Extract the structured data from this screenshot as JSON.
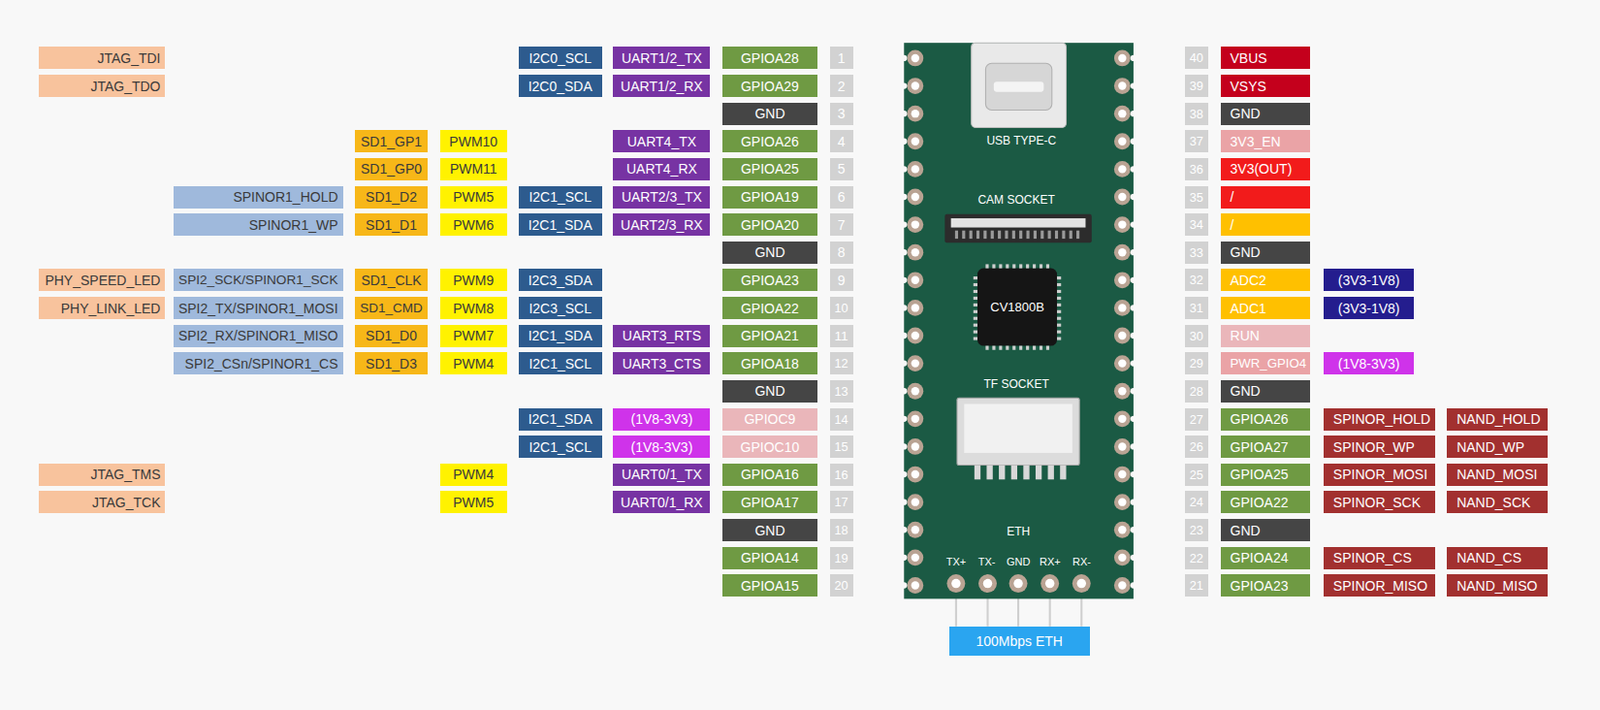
{
  "diagram": {
    "nodes": [
      {
        "text": [
          "JTAG_TDI"
        ]
      },
      {
        "text": [
          "I2C0_SCL"
        ]
      },
      {
        "text": [
          "UART1/2_TX"
        ]
      },
      {
        "text": [
          "GPIOA28"
        ]
      },
      {
        "text": [
          "1"
        ]
      },
      {
        "text": [
          "40"
        ]
      },
      {
        "text": [
          "VBUS"
        ]
      },
      {
        "text": [
          "JTAG_TDO"
        ]
      },
      {
        "text": [
          "I2C0_SDA"
        ]
      },
      {
        "text": [
          "UART1/2_RX"
        ]
      },
      {
        "text": [
          "GPIOA29"
        ]
      },
      {
        "text": [
          "2"
        ]
      },
      {
        "text": [
          "39"
        ]
      },
      {
        "text": [
          "VSYS"
        ]
      },
      {
        "text": [
          "GND"
        ]
      },
      {
        "text": [
          "3"
        ]
      },
      {
        "text": [
          "38"
        ]
      },
      {
        "text": [
          "GND"
        ]
      },
      {
        "text": [
          "SD1_GP1"
        ]
      },
      {
        "text": [
          "PWM10"
        ]
      },
      {
        "text": [
          "UART4_TX"
        ]
      },
      {
        "text": [
          "GPIOA26"
        ]
      },
      {
        "text": [
          "4"
        ]
      },
      {
        "text": [
          "37"
        ]
      },
      {
        "text": [
          "3V3_EN"
        ]
      },
      {
        "text": [
          "SD1_GP0"
        ]
      },
      {
        "text": [
          "PWM11"
        ]
      },
      {
        "text": [
          "UART4_RX"
        ]
      },
      {
        "text": [
          "GPIOA25"
        ]
      },
      {
        "text": [
          "5"
        ]
      },
      {
        "text": [
          "36"
        ]
      },
      {
        "text": [
          "3V3(OUT)"
        ]
      },
      {
        "text": [
          "SPINOR1_HOLD"
        ]
      },
      {
        "text": [
          "SD1_D2"
        ]
      },
      {
        "text": [
          "PWM5"
        ]
      },
      {
        "text": [
          "I2C1_SCL"
        ]
      },
      {
        "text": [
          "UART2/3_TX"
        ]
      },
      {
        "text": [
          "GPIOA19"
        ]
      },
      {
        "text": [
          "6"
        ]
      },
      {
        "text": [
          "35"
        ]
      },
      {
        "text": [
          "/"
        ]
      },
      {
        "text": [
          "SPINOR1_WP"
        ]
      },
      {
        "text": [
          "SD1_D1"
        ]
      },
      {
        "text": [
          "PWM6"
        ]
      },
      {
        "text": [
          "I2C1_SDA"
        ]
      },
      {
        "text": [
          "UART2/3_RX"
        ]
      },
      {
        "text": [
          "GPIOA20"
        ]
      },
      {
        "text": [
          "7"
        ]
      },
      {
        "text": [
          "34"
        ]
      },
      {
        "text": [
          "/"
        ]
      },
      {
        "text": [
          "GND"
        ]
      },
      {
        "text": [
          "8"
        ]
      },
      {
        "text": [
          "33"
        ]
      },
      {
        "text": [
          "GND"
        ]
      },
      {
        "text": [
          "PHY_SPEED_LED"
        ]
      },
      {
        "text": [
          "SPI2_SCK/SPINOR1_SCK"
        ]
      },
      {
        "text": [
          "SD1_CLK"
        ]
      },
      {
        "text": [
          "PWM9"
        ]
      },
      {
        "text": [
          "I2C3_SDA"
        ]
      },
      {
        "text": [
          "GPIOA23"
        ]
      },
      {
        "text": [
          "9"
        ]
      },
      {
        "text": [
          "32"
        ]
      },
      {
        "text": [
          "ADC2"
        ]
      },
      {
        "text": [
          "(3V3-1V8)"
        ]
      },
      {
        "text": [
          "PHY_LINK_LED"
        ]
      },
      {
        "text": [
          "SPI2_TX/SPINOR1_MOSI"
        ]
      },
      {
        "text": [
          "SD1_CMD"
        ]
      },
      {
        "text": [
          "PWM8"
        ]
      },
      {
        "text": [
          "I2C3_SCL"
        ]
      },
      {
        "text": [
          "GPIOA22"
        ]
      },
      {
        "text": [
          "10"
        ]
      },
      {
        "text": [
          "31"
        ]
      },
      {
        "text": [
          "ADC1"
        ]
      },
      {
        "text": [
          "(3V3-1V8)"
        ]
      },
      {
        "text": [
          "SPI2_RX/SPINOR1_MISO"
        ]
      },
      {
        "text": [
          "SD1_D0"
        ]
      },
      {
        "text": [
          "PWM7"
        ]
      },
      {
        "text": [
          "I2C1_SDA"
        ]
      },
      {
        "text": [
          "UART3_RTS"
        ]
      },
      {
        "text": [
          "GPIOA21"
        ]
      },
      {
        "text": [
          "11"
        ]
      },
      {
        "text": [
          "30"
        ]
      },
      {
        "text": [
          "RUN"
        ]
      },
      {
        "text": [
          "SPI2_CSn/SPINOR1_CS"
        ]
      },
      {
        "text": [
          "SD1_D3"
        ]
      },
      {
        "text": [
          "PWM4"
        ]
      },
      {
        "text": [
          "I2C1_SCL"
        ]
      },
      {
        "text": [
          "UART3_CTS"
        ]
      },
      {
        "text": [
          "GPIOA18"
        ]
      },
      {
        "text": [
          "12"
        ]
      },
      {
        "text": [
          "29"
        ]
      },
      {
        "text": [
          "PWR_GPIO4"
        ]
      },
      {
        "text": [
          "(1V8-3V3)"
        ]
      },
      {
        "text": [
          "GND"
        ]
      },
      {
        "text": [
          "13"
        ]
      },
      {
        "text": [
          "28"
        ]
      },
      {
        "text": [
          "GND"
        ]
      },
      {
        "text": [
          "I2C1_SDA"
        ]
      },
      {
        "text": [
          "(1V8-3V3)"
        ]
      },
      {
        "text": [
          "GPIOC9"
        ]
      },
      {
        "text": [
          "14"
        ]
      },
      {
        "text": [
          "27"
        ]
      },
      {
        "text": [
          "GPIOA26"
        ]
      },
      {
        "text": [
          "SPINOR_HOLD"
        ]
      },
      {
        "text": [
          "NAND_HOLD"
        ]
      },
      {
        "text": [
          "I2C1_SCL"
        ]
      },
      {
        "text": [
          "(1V8-3V3)"
        ]
      },
      {
        "text": [
          "GPIOC10"
        ]
      },
      {
        "text": [
          "15"
        ]
      },
      {
        "text": [
          "26"
        ]
      },
      {
        "text": [
          "GPIOA27"
        ]
      },
      {
        "text": [
          "SPINOR_WP"
        ]
      },
      {
        "text": [
          "NAND_WP"
        ]
      },
      {
        "text": [
          "JTAG_TMS"
        ]
      },
      {
        "text": [
          "PWM4"
        ]
      },
      {
        "text": [
          "UART0/1_TX"
        ]
      },
      {
        "text": [
          "GPIOA16"
        ]
      },
      {
        "text": [
          "16"
        ]
      },
      {
        "text": [
          "25"
        ]
      },
      {
        "text": [
          "GPIOA25"
        ]
      },
      {
        "text": [
          "SPINOR_MOSI"
        ]
      },
      {
        "text": [
          "NAND_MOSI"
        ]
      },
      {
        "text": [
          "JTAG_TCK"
        ]
      },
      {
        "text": [
          "PWM5"
        ]
      },
      {
        "text": [
          "UART0/1_RX"
        ]
      },
      {
        "text": [
          "GPIOA17"
        ]
      },
      {
        "text": [
          "17"
        ]
      },
      {
        "text": [
          "24"
        ]
      },
      {
        "text": [
          "GPIOA22"
        ]
      },
      {
        "text": [
          "SPINOR_SCK"
        ]
      },
      {
        "text": [
          "NAND_SCK"
        ]
      },
      {
        "text": [
          "GND"
        ]
      },
      {
        "text": [
          "18"
        ]
      },
      {
        "text": [
          "23"
        ]
      },
      {
        "text": [
          "GND"
        ]
      },
      {
        "text": [
          "GPIOA14"
        ]
      },
      {
        "text": [
          "19"
        ]
      },
      {
        "text": [
          "22"
        ]
      },
      {
        "text": [
          "GPIOA24"
        ]
      },
      {
        "text": [
          "SPINOR_CS"
        ]
      },
      {
        "text": [
          "NAND_CS"
        ]
      },
      {
        "text": [
          "GPIOA15"
        ]
      },
      {
        "text": [
          "20"
        ]
      },
      {
        "text": [
          "21"
        ]
      },
      {
        "text": [
          "GPIOA23"
        ]
      },
      {
        "text": [
          "SPINOR_MISO"
        ]
      },
      {
        "text": [
          "NAND_MISO"
        ]
      },
      {
        "text": [
          "100Mbps ETH"
        ]
      }
    ],
    "labels": [
      "USB TYPE-C",
      "CAM SOCKET",
      "CV1800B",
      "TF SOCKET",
      "ETH",
      "TX+",
      "TX-",
      "GND",
      "RX+",
      "RX-"
    ]
  }
}
